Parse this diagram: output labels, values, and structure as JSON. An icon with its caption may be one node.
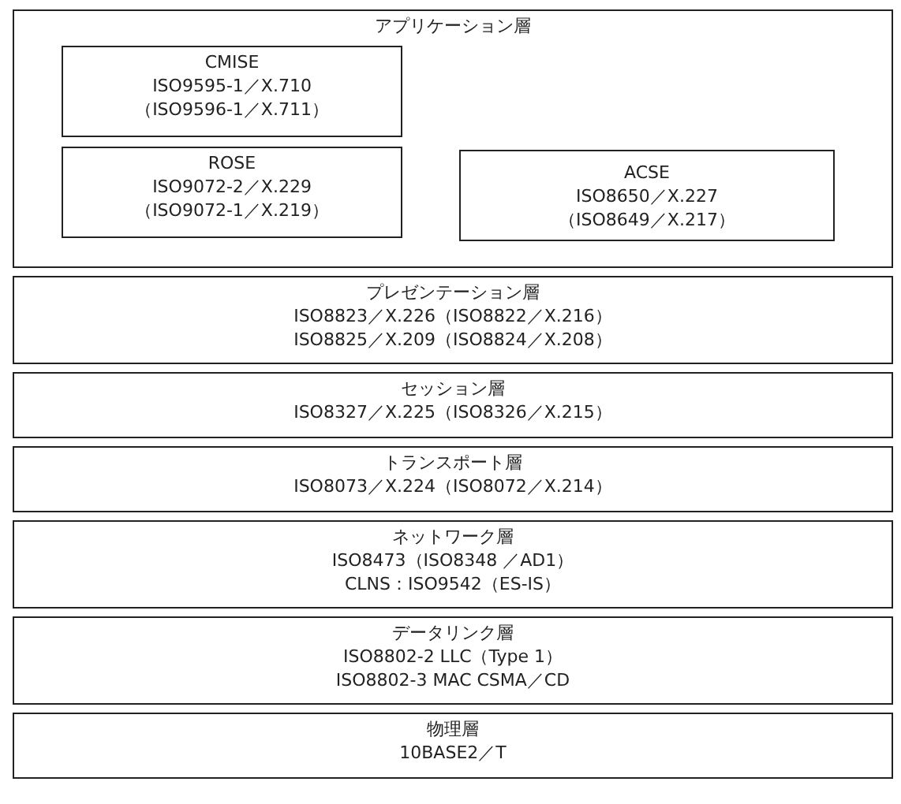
{
  "diagram": {
    "nodes": [
      {
        "text": [
          "アプリケーション層"
        ]
      },
      {
        "text": [
          "CMISE",
          "ISO9595-1／X.710",
          "（ISO9596-1／X.711）"
        ],
        "in": 0
      },
      {
        "text": [
          "ROSE",
          "ISO9072-2／X.229",
          "（ISO9072-1／X.219）"
        ],
        "in": 0
      },
      {
        "text": [
          "ACSE",
          "ISO8650／X.227",
          "（ISO8649／X.217）"
        ],
        "in": 0
      },
      {
        "text": [
          "プレゼンテーション層",
          "ISO8823／X.226（ISO8822／X.216）",
          "ISO8825／X.209（ISO8824／X.208）"
        ]
      },
      {
        "text": [
          "セッション層",
          "ISO8327／X.225（ISO8326／X.215）"
        ]
      },
      {
        "text": [
          "トランスポート層",
          "ISO8073／X.224（ISO8072／X.214）"
        ]
      },
      {
        "text": [
          "ネットワーク層",
          "ISO8473（ISO8348 ／AD1）",
          "CLNS：ISO9542（ES-IS）"
        ]
      },
      {
        "text": [
          "データリンク層",
          "ISO8802-2 LLC（Type 1）",
          "ISO8802-3 MAC CSMA／CD"
        ]
      },
      {
        "text": [
          "物理層",
          "10BASE2／T"
        ]
      }
    ]
  }
}
